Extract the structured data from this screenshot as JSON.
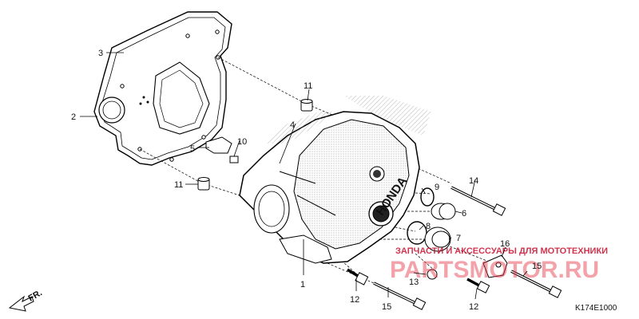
{
  "diagram": {
    "diagram_code": "K174E1000",
    "orientation_label": "FR.",
    "brand_marking": "HONDA",
    "watermark": {
      "tagline": "ЗАПЧАСТИ И АКСЕССУАРЫ ДЛЯ МОТОТЕХНИКИ",
      "logo": "PARTSMOTOR.RU"
    }
  },
  "callouts": [
    {
      "key": "c1",
      "part": "1"
    },
    {
      "key": "c2",
      "part": "2"
    },
    {
      "key": "c3",
      "part": "3"
    },
    {
      "key": "c4",
      "part": "4"
    },
    {
      "key": "c5",
      "part": "5"
    },
    {
      "key": "c6",
      "part": "6"
    },
    {
      "key": "c7",
      "part": "7"
    },
    {
      "key": "c8",
      "part": "8"
    },
    {
      "key": "c9",
      "part": "9"
    },
    {
      "key": "c10",
      "part": "10"
    },
    {
      "key": "c11a",
      "part": "11"
    },
    {
      "key": "c11b",
      "part": "11"
    },
    {
      "key": "c12a",
      "part": "12"
    },
    {
      "key": "c12b",
      "part": "12"
    },
    {
      "key": "c13",
      "part": "13"
    },
    {
      "key": "c14",
      "part": "14"
    },
    {
      "key": "c15a",
      "part": "15"
    },
    {
      "key": "c15b",
      "part": "15"
    },
    {
      "key": "c16",
      "part": "16"
    }
  ]
}
